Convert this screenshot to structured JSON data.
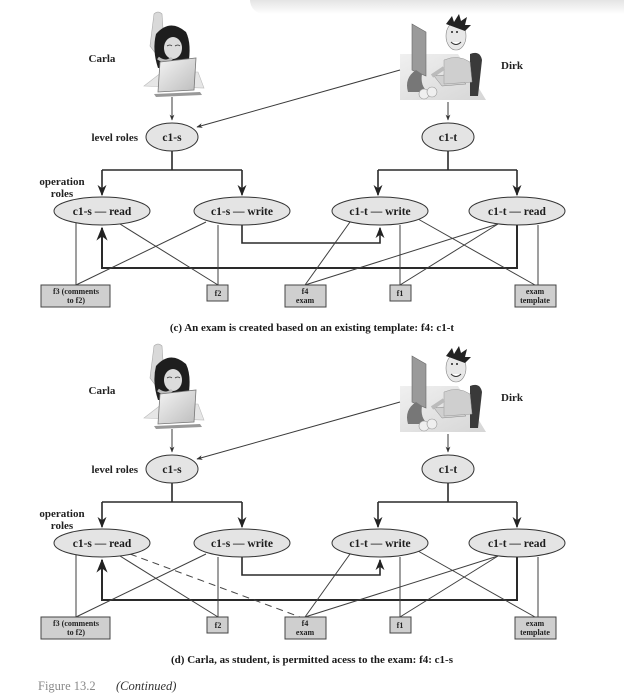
{
  "figure": {
    "number": "Figure 13.2",
    "note": "(Continued)"
  },
  "colors": {
    "ellipse_fill": "#e4e4e4",
    "box_fill": "#cfcfcf",
    "stroke": "#333333"
  },
  "panels": [
    {
      "id": "c",
      "caption": "(c) An exam is created based on an existing template: f4: c1-t",
      "users": [
        {
          "name": "Carla",
          "icon": "student-with-laptop-icon"
        },
        {
          "name": "Dirk",
          "icon": "teacher-at-computer-icon"
        }
      ],
      "row_labels": {
        "level": "level roles",
        "operation_line1": "operation",
        "operation_line2": "roles"
      },
      "level_roles": [
        "c1-s",
        "c1-t"
      ],
      "operation_roles": [
        "c1-s — read",
        "c1-s — write",
        "c1-t — write",
        "c1-t — read"
      ],
      "files": [
        {
          "line1": "f3 (comments",
          "line2": "to f2)"
        },
        {
          "line1": "f2",
          "line2": ""
        },
        {
          "line1": "f4",
          "line2": "exam"
        },
        {
          "line1": "f1",
          "line2": ""
        },
        {
          "line1": "exam",
          "line2": "template"
        }
      ],
      "dashed_access": false
    },
    {
      "id": "d",
      "caption": "(d) Carla, as student, is permitted acess to the exam: f4: c1-s",
      "users": [
        {
          "name": "Carla",
          "icon": "student-with-laptop-icon"
        },
        {
          "name": "Dirk",
          "icon": "teacher-at-computer-icon"
        }
      ],
      "row_labels": {
        "level": "level roles",
        "operation_line1": "operation",
        "operation_line2": "roles"
      },
      "level_roles": [
        "c1-s",
        "c1-t"
      ],
      "operation_roles": [
        "c1-s — read",
        "c1-s — write",
        "c1-t — write",
        "c1-t — read"
      ],
      "files": [
        {
          "line1": "f3 (comments",
          "line2": "to f2)"
        },
        {
          "line1": "f2",
          "line2": ""
        },
        {
          "line1": "f4",
          "line2": "exam"
        },
        {
          "line1": "f1",
          "line2": ""
        },
        {
          "line1": "exam",
          "line2": "template"
        }
      ],
      "dashed_access": true
    }
  ]
}
